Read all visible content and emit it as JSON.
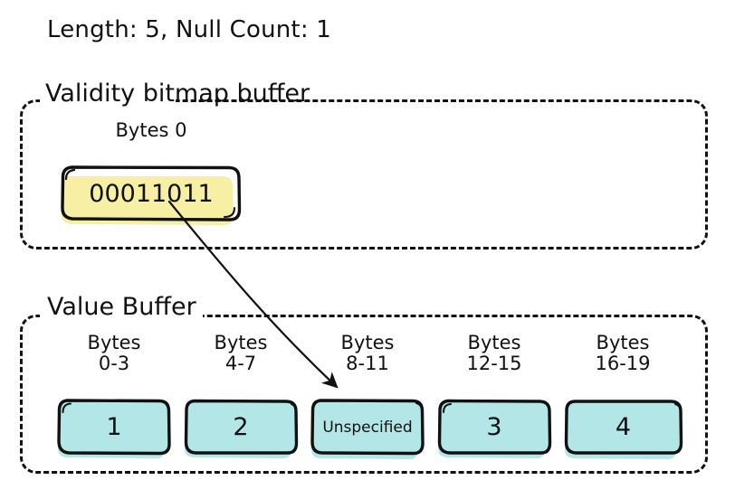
{
  "colors": {
    "ink": "#111111",
    "bitmap_fill": "#f7efa4",
    "value_fill": "#b3e7e7",
    "background": "#ffffff"
  },
  "headline": "Length: 5, Null Count: 1",
  "validity_buffer": {
    "title": "Validity bitmap buffer",
    "caption": "Bytes 0",
    "value": "00011011"
  },
  "value_buffer": {
    "title": "Value Buffer",
    "cells": [
      {
        "caption_line1": "Bytes",
        "caption_line2": "0-3",
        "value": "1",
        "small": false
      },
      {
        "caption_line1": "Bytes",
        "caption_line2": "4-7",
        "value": "2",
        "small": false
      },
      {
        "caption_line1": "Bytes",
        "caption_line2": "8-11",
        "value": "Unspecified",
        "small": true
      },
      {
        "caption_line1": "Bytes",
        "caption_line2": "12-15",
        "value": "3",
        "small": false
      },
      {
        "caption_line1": "Bytes",
        "caption_line2": "16-19",
        "value": "4",
        "small": false
      }
    ]
  },
  "connector": {
    "from": "validity-bitmap-cell",
    "to": "value-cell-2"
  }
}
